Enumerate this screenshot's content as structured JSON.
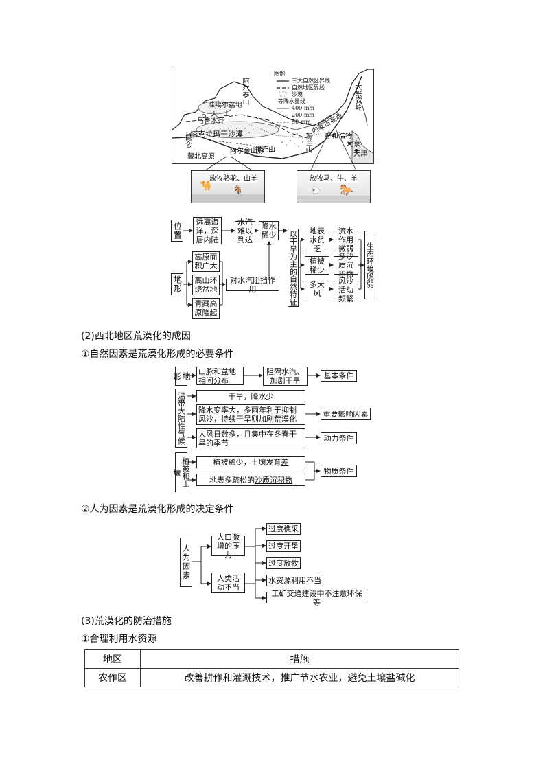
{
  "map": {
    "legend_title": "图例",
    "legend_items": [
      "三大自然区界线",
      "自然地区界线",
      "沙漠",
      "等降水量线",
      "400 mm",
      "200 mm",
      "50 mm"
    ],
    "labels": {
      "altai": "阿尔泰山",
      "junggar": "准噶尔盆地",
      "tianshan": "天山",
      "urumqi": "乌鲁木齐",
      "taklimakan": "塔克拉玛干沙漠",
      "kunlun": "昆仑",
      "altun": "阿尔金山脉",
      "qilian": "祁连山",
      "tibet": "藏北高原",
      "daxinganling": "大兴安岭",
      "neimenggu": "内蒙古高原",
      "huhhot": "呼和浩特",
      "helan": "贺兰山",
      "beijing": "北京",
      "tianjin": "天津"
    },
    "photo_left_caption": "放牧骆驼、山羊",
    "photo_right_caption": "放牧马、牛、羊"
  },
  "flow1": {
    "position": "位置",
    "far_from_sea": "远离海洋，深居内陆",
    "vapor_hard": "水汽难以到达",
    "little_rain": "降水稀少",
    "terrain": "地形",
    "plateau_wide": "高原面积广大",
    "mountains_basins": "高山环绕盆地",
    "qingzang_rise": "青藏高原隆起",
    "vapor_blocked": "对水汽阻挡作用",
    "arid_feature": "以干旱为主的自然特征",
    "surface_water_lack": "地表水贫乏",
    "flow_weak": "流水作用微弱",
    "sparse_veg": "植被稀少",
    "sandy_sediment": "多沙质沉积物",
    "windy": "多大风",
    "sand_active": "风沙活动频繁",
    "fragile_eco": "生态环境脆弱"
  },
  "heading_causes": "(2)西北地区荒漠化的成因",
  "heading_natural": "①自然因素是荒漠化形成的必要条件",
  "flow2": {
    "terrain": "地形",
    "mountain_basin": "山脉和盆地相间分布",
    "block_vapor": "阻隔水汽、加剧干旱",
    "basic": "基本条件",
    "climate": "温带大陆性气候",
    "dry_little_rain": "干旱，降水少",
    "rain_variable": "降水变率大，多雨年利于抑制风沙，持续干旱则加剧荒漠化",
    "important": "重要影响因素",
    "windy_days": "大风日数多，且集中在冬春干旱的季节",
    "power": "动力条件",
    "veg_soil": "植被和土壤",
    "veg_sparse_pre": "植被稀少，土壤发育",
    "veg_sparse_u": "差",
    "loose_sand_pre": "地表多疏松的",
    "loose_sand_u": "沙质沉积物",
    "material": "物质条件"
  },
  "heading_human": "②人为因素是荒漠化形成的决定条件",
  "flow3": {
    "human": "人为因素",
    "population": "人口激增的压力",
    "improper": "人类活动不当",
    "overcut": "过度樵采",
    "overreclaim": "过度开垦",
    "overgraze": "过度放牧",
    "water_misuse": "水资源利用不当",
    "mining": "工矿交通建设中不注意环保等"
  },
  "heading_measures": "(3)荒漠化的防治措施",
  "heading_water": "①合理利用水资源",
  "table": {
    "col_region": "地区",
    "col_measure": "措施",
    "row1_region": "农作区",
    "row1_p1": "改善",
    "row1_u1": "耕作",
    "row1_p2": "和",
    "row1_u2": "灌溉技术",
    "row1_p3": "，推广节水农业，避免土壤盐碱化"
  }
}
